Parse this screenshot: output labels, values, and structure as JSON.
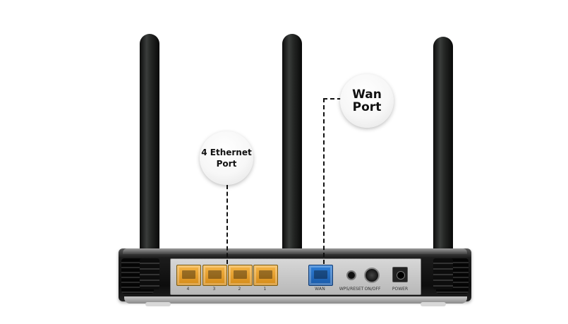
{
  "callouts": {
    "ethernet": {
      "line1": "4 Ethernet",
      "line2": "Port"
    },
    "wan": {
      "line1": "Wan",
      "line2": "Port"
    }
  },
  "ports": {
    "lan_labels": [
      "4",
      "3",
      "2",
      "1"
    ],
    "wan_label": "WAN",
    "wps_label": "WPS/RESET",
    "onoff_label": "ON/OFF",
    "power_label": "POWER"
  },
  "colors": {
    "lan_port": "#e5a12c",
    "wan_port": "#2a70c4",
    "antenna": "#1b1d1b",
    "router_body": "#111111"
  }
}
